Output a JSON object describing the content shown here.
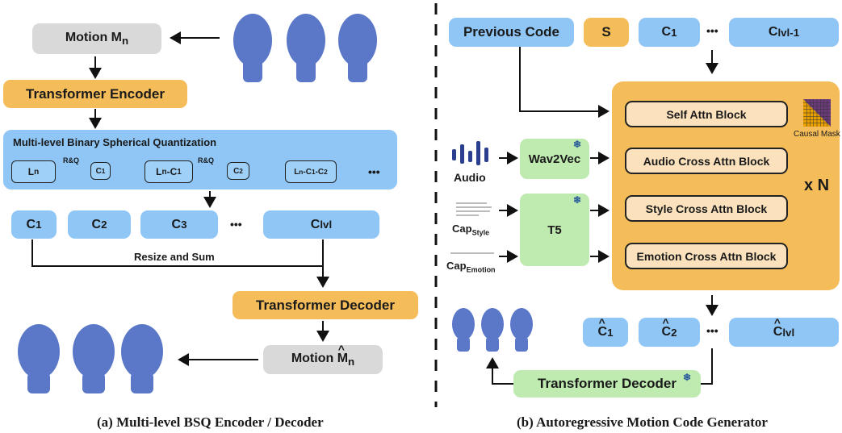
{
  "left": {
    "motion_in": {
      "main": "Motion M",
      "sub": "n"
    },
    "encoder": "Transformer Encoder",
    "bsq_title": "Multi-level Binary Spherical Quantization",
    "bsq_nodes": [
      {
        "main": "L",
        "sub": "n"
      },
      {
        "main": "C",
        "sub": "1"
      },
      {
        "main": "L",
        "sub": "n",
        "tail": "-C",
        "tailsub": "1"
      },
      {
        "main": "C",
        "sub": "2"
      },
      {
        "main": "L",
        "sub": "n",
        "tail": "-C",
        "tailsub": "1",
        "tail2": "-C",
        "tail2sub": "2"
      }
    ],
    "rq_label": "R&Q",
    "dots": "•••",
    "codes": [
      {
        "main": "C",
        "sub": "1"
      },
      {
        "main": "C",
        "sub": "2"
      },
      {
        "main": "C",
        "sub": "3"
      },
      {
        "main": "C",
        "sub": "lvl"
      }
    ],
    "resize_label": "Resize and Sum",
    "decoder": "Transformer Decoder",
    "motion_out": {
      "main": "Motion M",
      "sub": "n"
    },
    "caption": "(a) Multi-level BSQ Encoder / Decoder"
  },
  "right": {
    "previous_code": "Previous Code",
    "s_token": "S",
    "top_codes": [
      {
        "main": "C",
        "sub": "1"
      },
      {
        "main": "C",
        "sub": "lvl-1"
      }
    ],
    "dots": "•••",
    "blocks": [
      "Self Attn Block",
      "Audio Cross Attn Block",
      "Style Cross Attn Block",
      "Emotion Cross Attn Block"
    ],
    "causal_mask": "Causal Mask",
    "repeat": "x N",
    "audio_label": "Audio",
    "wav2vec": "Wav2Vec",
    "t5": "T5",
    "cap_style": {
      "main": "Cap",
      "sub": "Style"
    },
    "cap_emotion": {
      "main": "Cap",
      "sub": "Emotion"
    },
    "out_codes": [
      {
        "main": "C",
        "sub": "1"
      },
      {
        "main": "C",
        "sub": "2"
      },
      {
        "main": "C",
        "sub": "lvl"
      }
    ],
    "decoder": "Transformer Decoder",
    "caption": "(b) Autoregressive Motion Code Generator"
  },
  "colors": {
    "blue": "#8fc6f5",
    "orange": "#f5bd5a",
    "green": "#bfeab0",
    "cream": "#fbe2bd",
    "gray": "#d9d9d9"
  }
}
